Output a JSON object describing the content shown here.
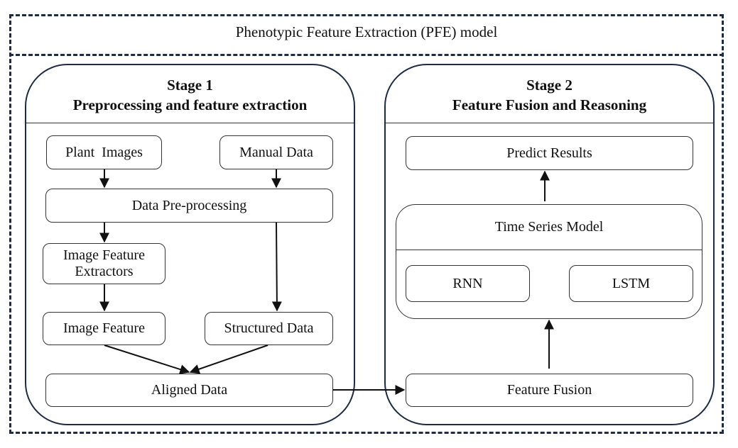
{
  "model_title": "Phenotypic Feature Extraction (PFE) model",
  "stage1": {
    "heading": "Stage 1",
    "subheading": "Preprocessing and feature extraction",
    "plant_images": "Plant  Images",
    "manual_data": "Manual Data",
    "data_preprocessing": "Data Pre-processing",
    "image_feature_extractors_line1": "Image Feature",
    "image_feature_extractors_line2": "Extractors",
    "image_feature": "Image Feature",
    "structured_data": "Structured Data",
    "aligned_data": "Aligned Data"
  },
  "stage2": {
    "heading": "Stage 2",
    "subheading": "Feature Fusion and Reasoning",
    "predict_results": "Predict Results",
    "time_series_model": "Time Series Model",
    "rnn": "RNN",
    "lstm": "LSTM",
    "feature_fusion": "Feature Fusion"
  },
  "colors": {
    "border": "#1d2b44",
    "line": "#111111"
  }
}
